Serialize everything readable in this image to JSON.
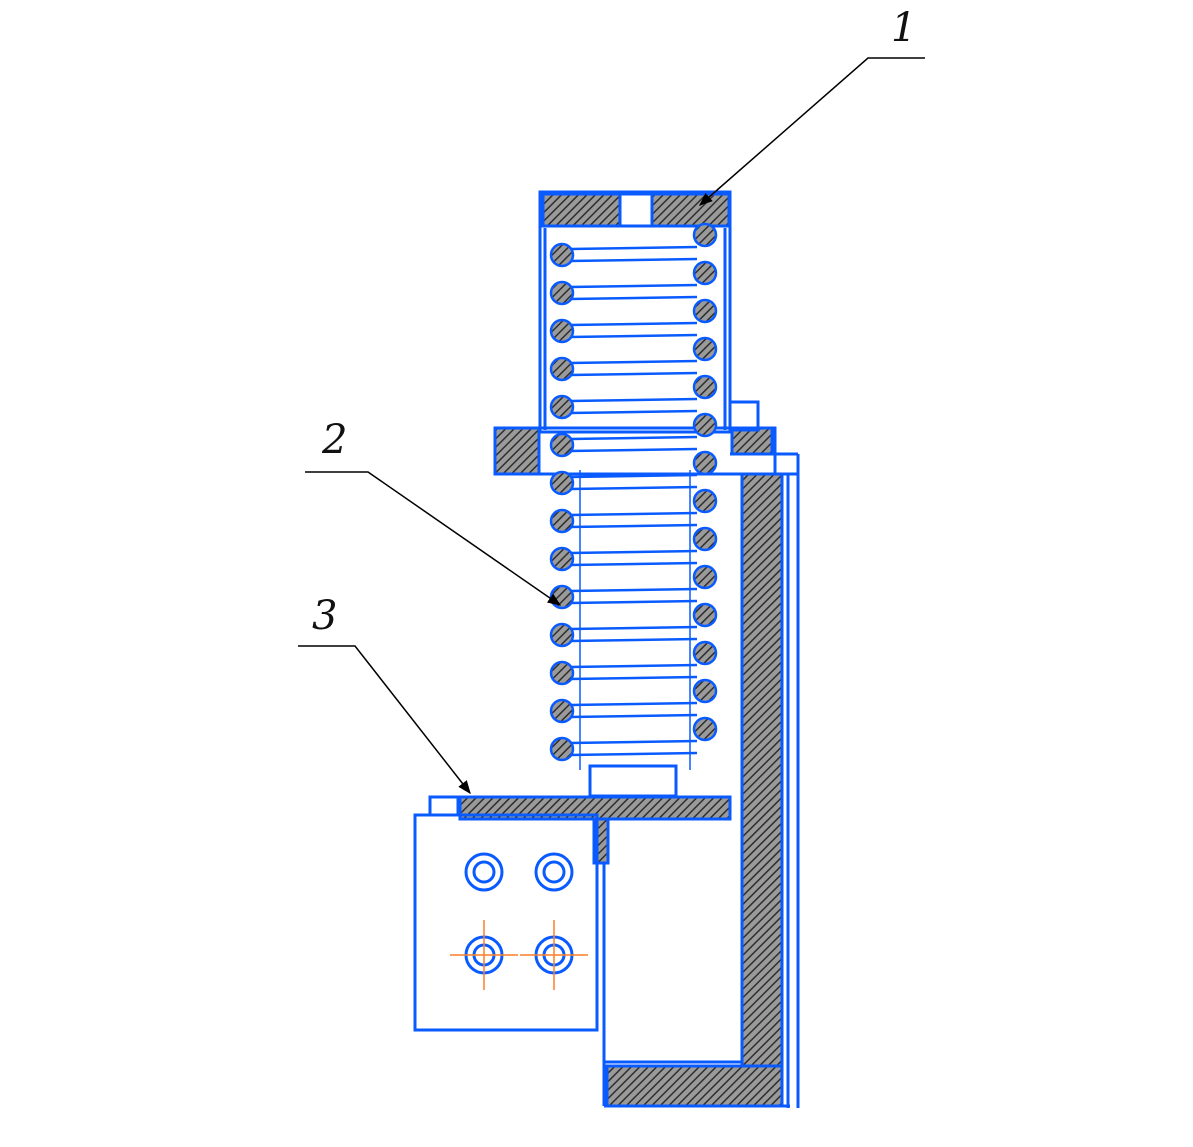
{
  "diagram": {
    "callouts": [
      {
        "id": "1",
        "label": "1",
        "target": "spring-housing-cap"
      },
      {
        "id": "2",
        "label": "2",
        "target": "compression-spring"
      },
      {
        "id": "3",
        "label": "3",
        "target": "base-plate"
      }
    ]
  },
  "colors": {
    "outline": "#0a5bff",
    "hatch": "#3a3a3a",
    "hatch_bg": "#8a8a8a",
    "centerline": "#ff7f27",
    "leader": "#000000"
  }
}
